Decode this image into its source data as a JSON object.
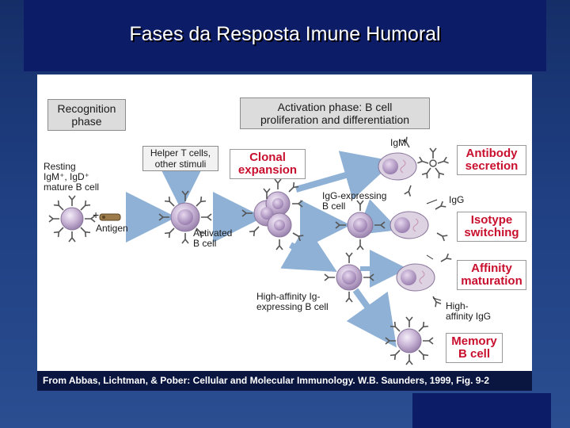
{
  "title": "Fases da Resposta Imune Humoral",
  "diagram": {
    "recognition_phase": "Recognition\nphase",
    "activation_phase": "Activation phase: B cell\nproliferation and differentiation",
    "helper_t": "Helper T cells,\nother stimuli",
    "clonal_expansion": "Clonal\nexpansion",
    "resting_cell": "Resting\nIgM⁺, IgD⁺\nmature B cell",
    "plus": "+",
    "antigen": "Antigen",
    "activated_cell": "Activated\nB cell",
    "igm": "IgM",
    "igg_expressing": "IgG-expressing\nB cell",
    "igg": "IgG",
    "high_affinity_expressing": "High-affinity Ig-\nexpressing B cell",
    "high_affinity_igg": "High-\naffinity IgG",
    "antibody_secretion": "Antibody\nsecretion",
    "isotype_switching": "Isotype\nswitching",
    "affinity_maturation": "Affinity\nmaturation",
    "memory_cell": "Memory\nB cell"
  },
  "caption": "From Abbas, Lichtman, & Pober: Cellular and Molecular Immunology. W.B. Saunders, 1999, Fig. 9-2",
  "colors": {
    "background": "#1f3f82",
    "title_bar": "#0c1c66",
    "label_red": "#c8102e",
    "arrow_blue": "#8fb1d6",
    "cell_purple": "#b8a2c8"
  }
}
